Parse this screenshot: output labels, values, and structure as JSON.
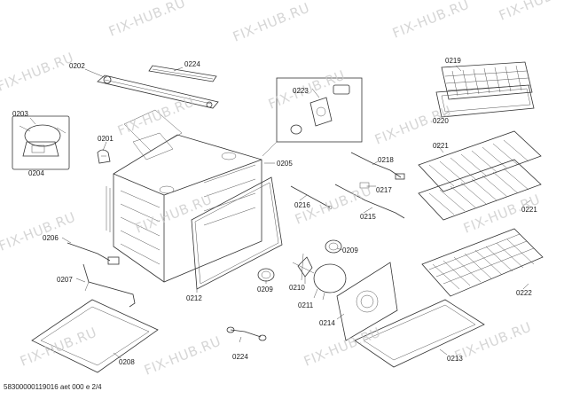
{
  "watermark": "FIX-HUB.RU",
  "footer": "58300000119016 aet 000 e 2/4",
  "labels": {
    "p0202": "0202",
    "p0224a": "0224",
    "p0203": "0203",
    "p0204": "0204",
    "p0201": "0201",
    "p0223": "0223",
    "p0219": "0219",
    "p0220": "0220",
    "p0221a": "0221",
    "p0221b": "0221",
    "p0218": "0218",
    "p0205": "0205",
    "p0217": "0217",
    "p0216": "0216",
    "p0215": "0215",
    "p0206": "0206",
    "p0207": "0207",
    "p0209a": "0209",
    "p0209b": "0209",
    "p0210": "0210",
    "p0211": "0211",
    "p0212": "0212",
    "p0214": "0214",
    "p0222": "0222",
    "p0208": "0208",
    "p0224b": "0224",
    "p0213": "0213"
  },
  "colors": {
    "line": "#333333",
    "watermark": "#c9c9c9",
    "background": "#ffffff"
  }
}
